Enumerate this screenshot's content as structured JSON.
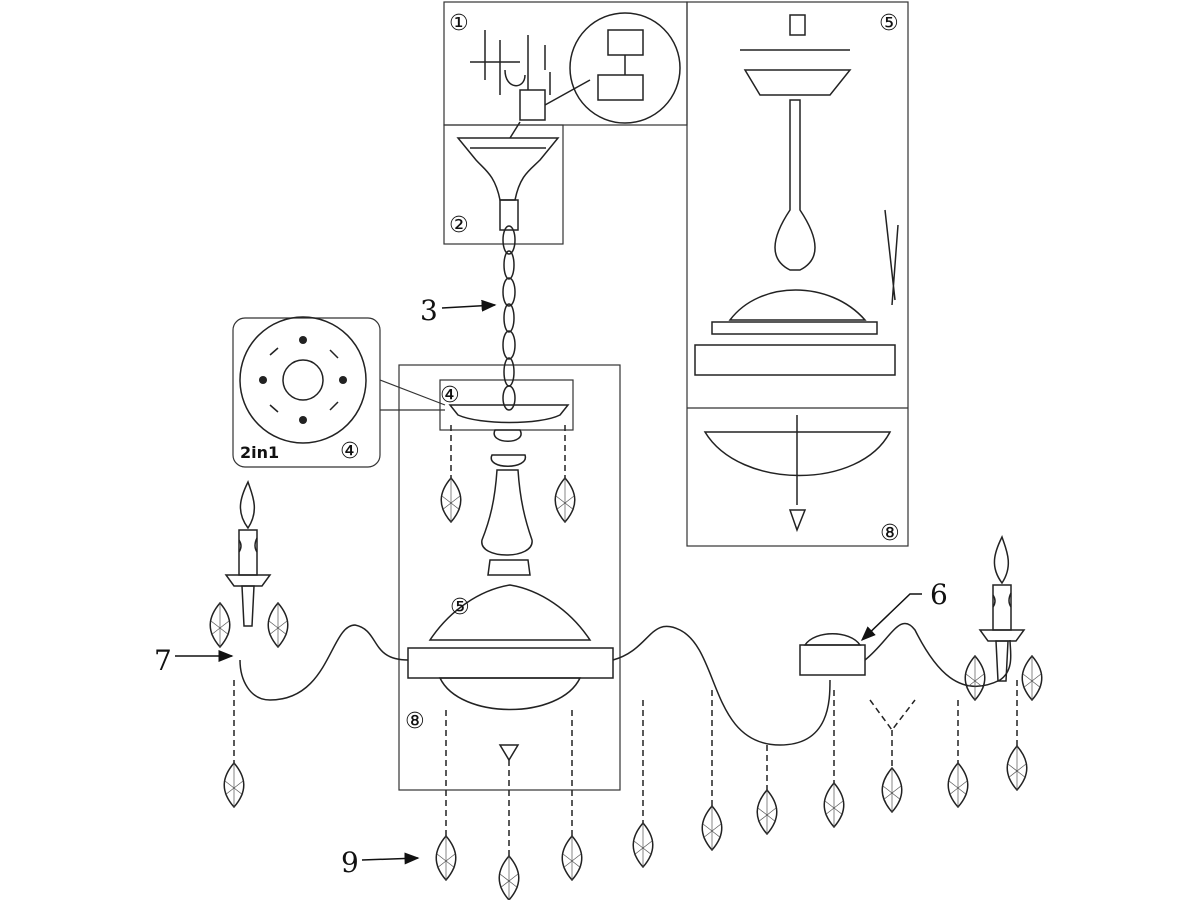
{
  "diagram": {
    "title": "Chandelier assembly diagram",
    "labels": {
      "step1": "①",
      "step2": "②",
      "part3": "3",
      "step4": "④",
      "step4_detail": "④",
      "two_in_one": "2in1",
      "step5_center": "⑤",
      "step5_panel": "⑤",
      "part6": "6",
      "part7": "7",
      "step8_center": "⑧",
      "step8_panel": "⑧",
      "part9": "9"
    },
    "colors": {
      "line": "#222222",
      "background": "#ffffff"
    }
  }
}
